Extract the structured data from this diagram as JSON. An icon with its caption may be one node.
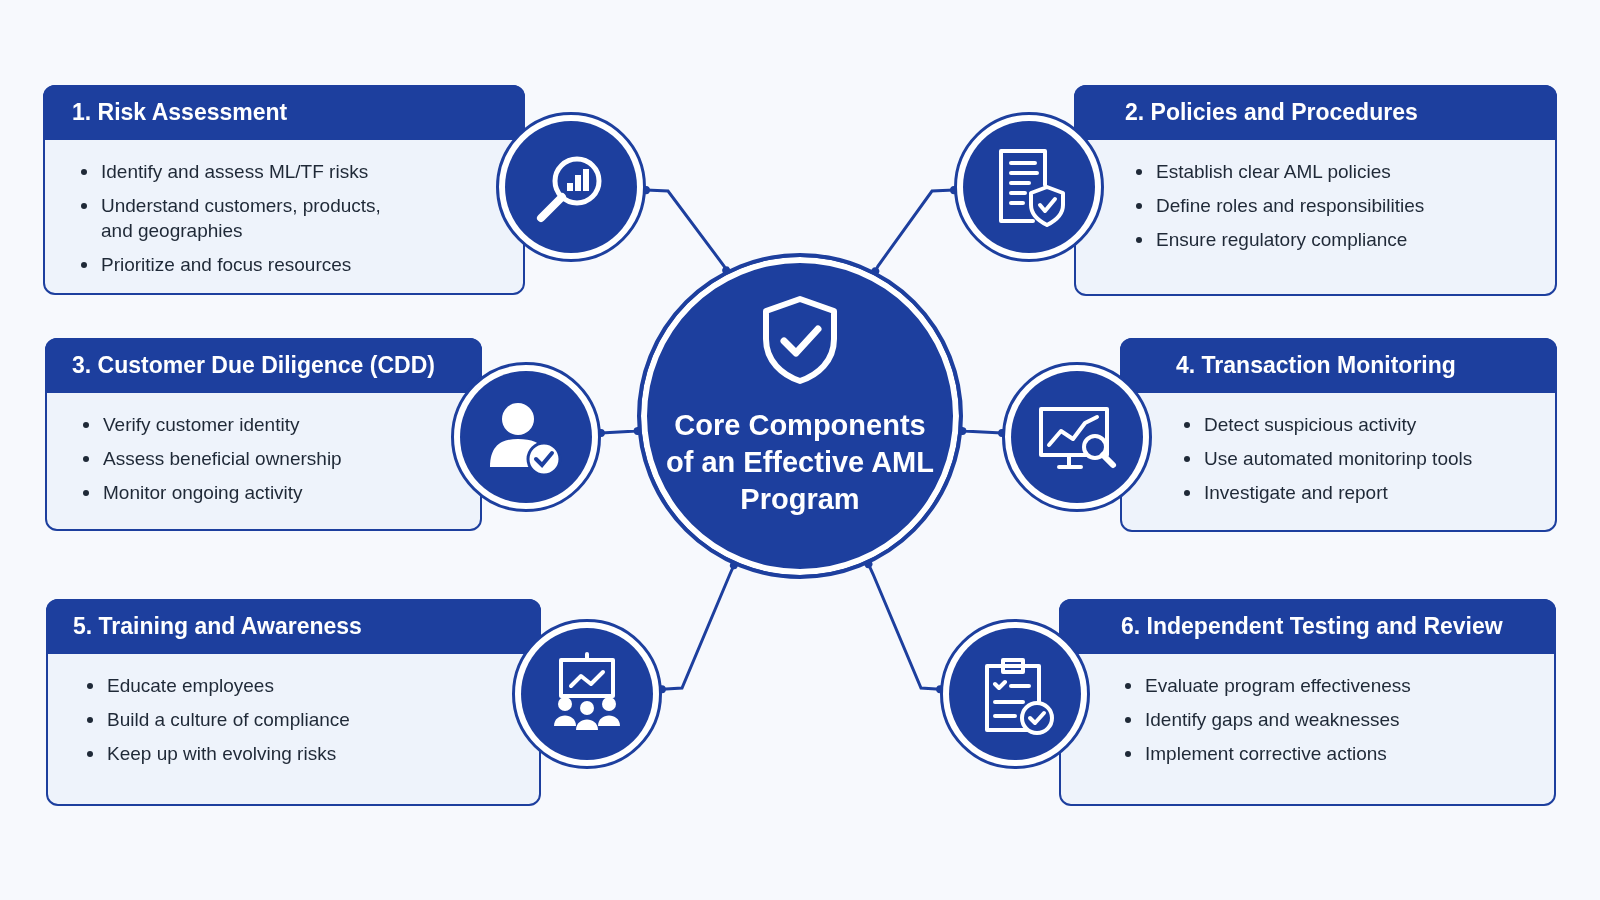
{
  "diagram": {
    "nodes": [
      {
        "text": [
          "1. Risk Assessment",
          "Identify and assess ML/TF risks",
          "Understand customers, products, and geographies",
          "Prioritize and focus resources"
        ]
      },
      {
        "text": [],
        "shape": "circle"
      },
      {
        "text": [],
        "shape": "circle"
      },
      {
        "text": [
          "2. Policies and Procedures",
          "Establish clear AML policies",
          "Define roles and responsibilities",
          "Ensure regulatory compliance"
        ]
      },
      {
        "text": [
          "Core Components of an Effective AML Program"
        ]
      },
      {
        "text": [
          "3. Customer Due Diligence (CDD)",
          "Verify customer identity",
          "Assess beneficial ownership",
          "Monitor ongoing activity"
        ]
      },
      {
        "text": [],
        "shape": "circle"
      },
      {
        "text": [],
        "shape": "circle"
      },
      {
        "text": [
          "4. Transaction Monitoring",
          "Detect suspicious activity",
          "Use automated monitorinp tools",
          "Investigate and report"
        ]
      },
      {
        "text": [
          "5. Training and Awareness",
          "Educate employees",
          "Build a culture of compliance",
          "Keep up with evolving risks"
        ]
      },
      {
        "text": [],
        "shape": "circle"
      },
      {
        "text": [],
        "shape": "circle"
      },
      {
        "text": [
          "6. Independent Testing and Review",
          "Evaluate program effectiveness",
          "Identify gaps and weaknesses",
          "Implement corrective actions"
        ]
      }
    ],
    "edges": [
      {
        "from": 4,
        "to": 1,
        "arrow": "other"
      },
      {
        "from": 4,
        "to": 2,
        "arrow": "other"
      },
      {
        "from": 4,
        "to": 6,
        "arrow": "other"
      },
      {
        "from": 4,
        "to": 7,
        "arrow": "other"
      },
      {
        "from": 4,
        "to": 10,
        "arrow": "other"
      },
      {
        "from": 4,
        "to": 11,
        "arrow": "other"
      }
    ]
  }
}
